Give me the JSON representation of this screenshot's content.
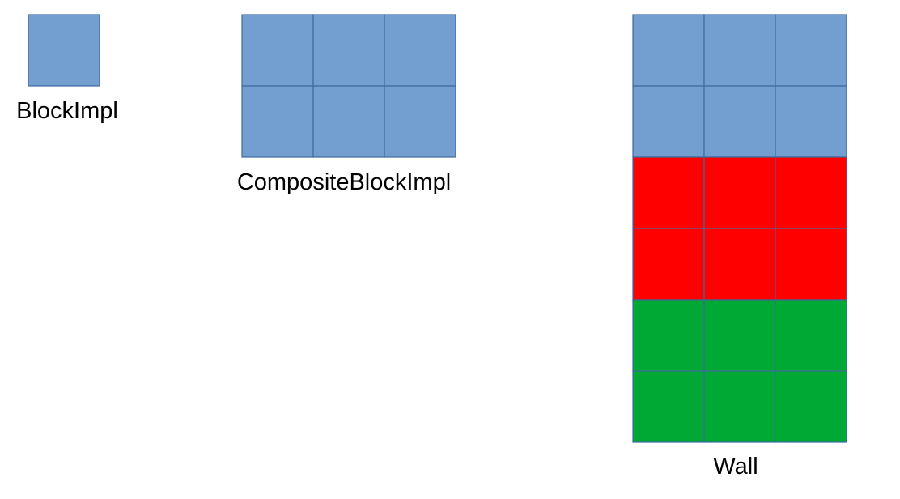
{
  "colors": {
    "blue": "#729fcf",
    "red": "#ff0000",
    "green": "#00a933",
    "border": "#3e6aa0"
  },
  "block": {
    "label": "BlockImpl",
    "cells": [
      [
        "blue"
      ]
    ]
  },
  "composite": {
    "label": "CompositeBlockImpl",
    "cells": [
      [
        "blue",
        "blue",
        "blue"
      ],
      [
        "blue",
        "blue",
        "blue"
      ]
    ]
  },
  "wall": {
    "label": "Wall",
    "cells": [
      [
        "blue",
        "blue",
        "blue"
      ],
      [
        "blue",
        "blue",
        "blue"
      ],
      [
        "red",
        "red",
        "red"
      ],
      [
        "red",
        "red",
        "red"
      ],
      [
        "green",
        "green",
        "green"
      ],
      [
        "green",
        "green",
        "green"
      ]
    ]
  }
}
